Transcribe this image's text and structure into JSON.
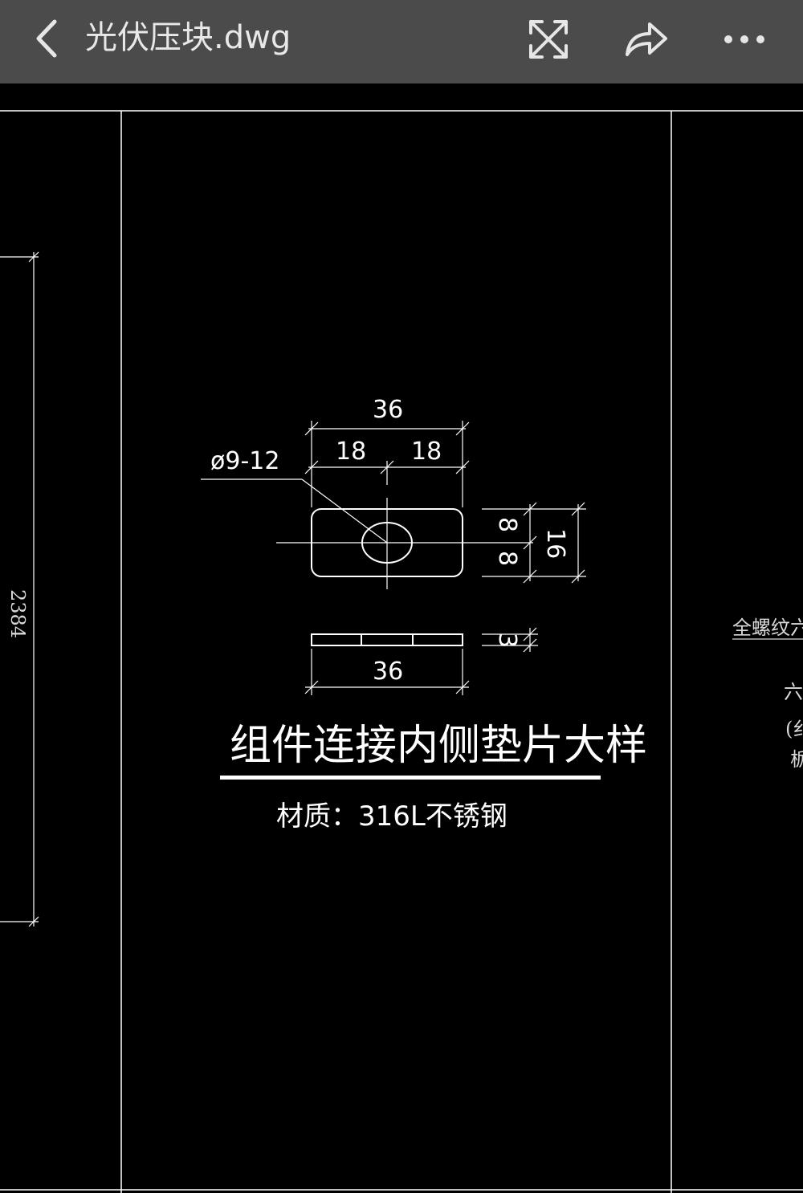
{
  "header": {
    "title": "光伏压块.dwg",
    "icons": {
      "back": "chevron-left-icon",
      "fullscreen": "expand-icon",
      "share": "share-arrow-icon",
      "more": "more-horizontal-icon"
    }
  },
  "drawing": {
    "dimensions": {
      "overall_width_top": "36",
      "half_left": "18",
      "half_right": "18",
      "hole": "ø9-12",
      "half_height_top": "8",
      "half_height_bottom": "8",
      "overall_height": "16",
      "thickness": "3",
      "overall_width_bottom": "36",
      "left_vertical": "2384"
    },
    "title": "组件连接内侧垫片大样",
    "material": "材质：316L不锈钢",
    "right_side_texts": [
      "全螺纹六",
      "六",
      "(纟",
      "栃"
    ]
  },
  "colors": {
    "toolbar_bg": "#4b4b4b",
    "canvas_bg": "#000000",
    "line": "#ffffff"
  }
}
